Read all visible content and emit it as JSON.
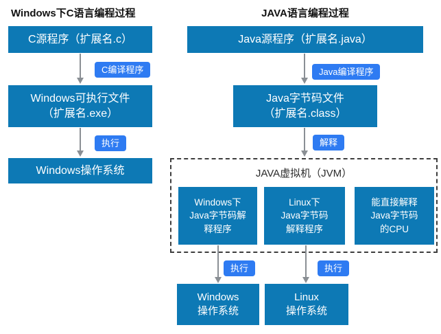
{
  "left_flow": {
    "title": "Windows下C语言编程过程",
    "source_box": "C源程序（扩展名.c）",
    "compiler_badge": "C编译程序",
    "executable_box": {
      "line1": "Windows可执行文件",
      "line2": "（扩展名.exe）"
    },
    "run_badge": "执行",
    "os_box": "Windows操作系统"
  },
  "right_flow": {
    "title": "JAVA语言编程过程",
    "source_box": "Java源程序（扩展名.java）",
    "compiler_badge": "Java编译程序",
    "bytecode_box": {
      "line1": "Java字节码文件",
      "line2": "（扩展名.class）"
    },
    "interpret_badge": "解释",
    "jvm": {
      "title": "JAVA虚拟机（JVM）",
      "interpreters": [
        {
          "line1": "Windows下",
          "line2": "Java字节码解",
          "line3": "释程序"
        },
        {
          "line1": "Linux下",
          "line2": "Java字节码",
          "line3": "解释程序"
        },
        {
          "line1": "能直接解释",
          "line2": "Java字节码",
          "line3": "的CPU"
        }
      ]
    },
    "run_badge_windows": "执行",
    "run_badge_linux": "执行",
    "os_boxes": [
      {
        "line1": "Windows",
        "line2": "操作系统"
      },
      {
        "line1": "Linux",
        "line2": "操作系统"
      }
    ]
  },
  "colors": {
    "process_box_blue": "#0d79b5",
    "action_badge_blue": "#2e7bf2",
    "arrow_gray": "#8a8f94",
    "dashed_border": "#3d3d3d",
    "background": "#ffffff"
  }
}
